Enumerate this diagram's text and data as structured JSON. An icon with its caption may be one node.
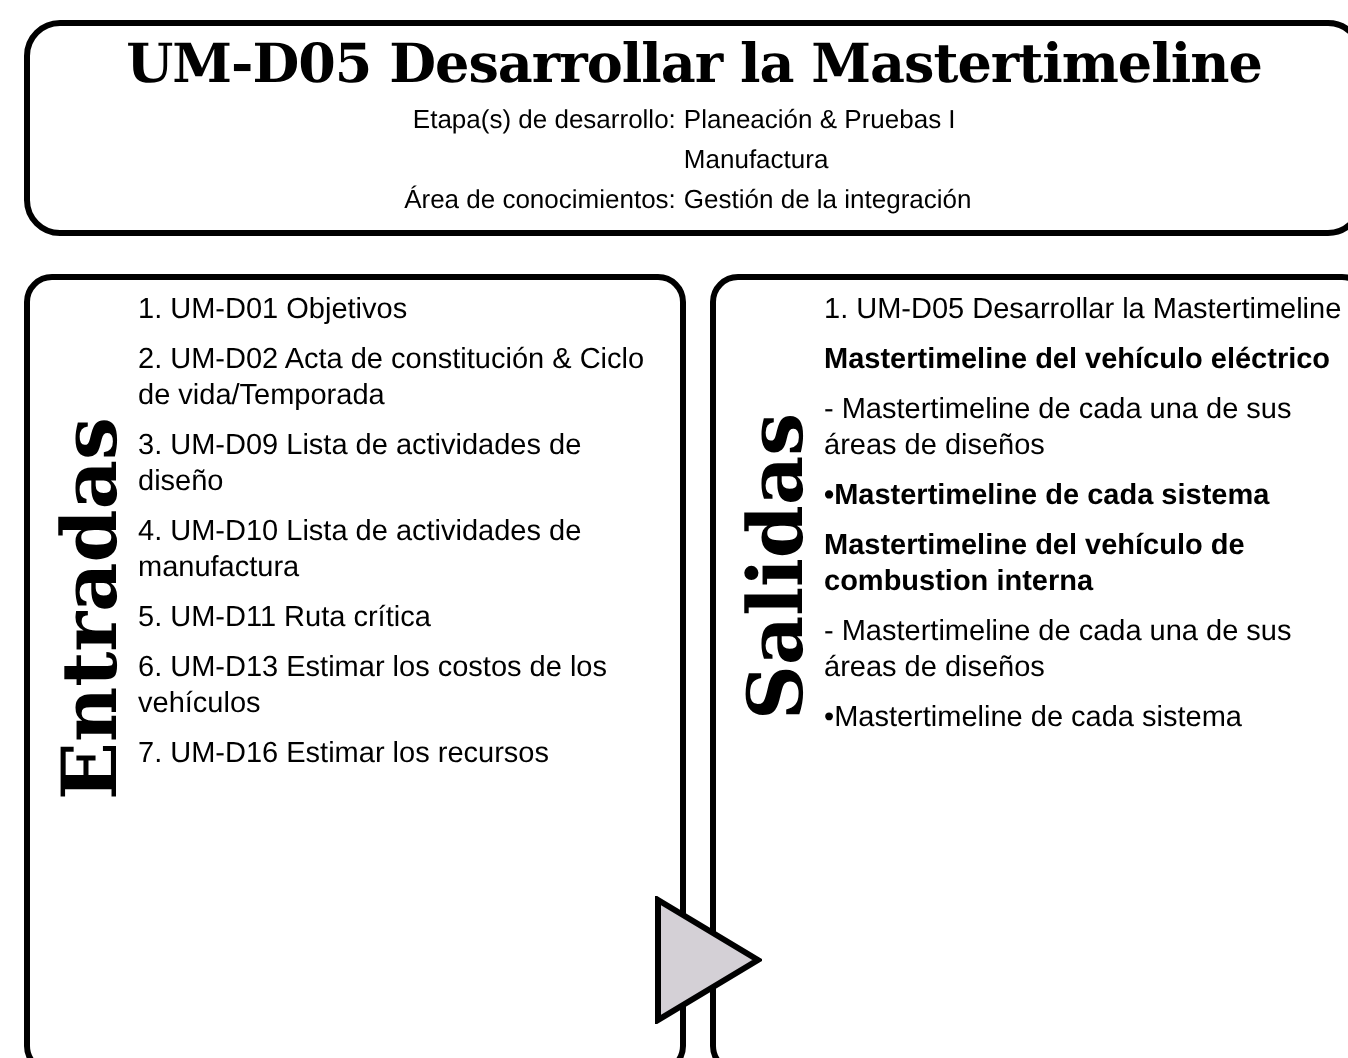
{
  "diagram": {
    "nodes": [
      {
        "text": [
          "UM-D05 Desarrollar la Mastertimeline",
          "Etapa(s) de desarrollo:",
          "Planeación & Pruebas I Manufactura",
          "Área de conocimientos:",
          "Gestión de la integración"
        ]
      },
      {
        "text": [
          "Entradas",
          "1. UM-D01 Objetivos",
          "2. UM-D02 Acta de constitución & Ciclo de vida/Temporada",
          "3. UM-D09 Lista de actividades de diseño",
          "4. UM-D10 Lista de actividades de manufactura",
          "5. UM-D11 Ruta crítica",
          "6. UM-D13 Estimar los costos de los vehículos",
          "7. UM-D16 Estimar los recursos"
        ]
      },
      {
        "text": [
          "Salidas",
          "1. UM-D05 Desarrollar la Mastertimeline",
          "Mastertimeline del vehículo eléctrico",
          "- Mastertimeline de cada una de sus áreas de diseños",
          "•Mastertimeline de cada sistema",
          "Mastertimeline del vehículo de combustion interna",
          "- Mastertimeline de cada una de sus áreas de diseños",
          "•Mastertimeline de cada sistema"
        ]
      }
    ],
    "edges": [
      {
        "from": 1,
        "to": 2,
        "arrow": "to"
      }
    ]
  }
}
